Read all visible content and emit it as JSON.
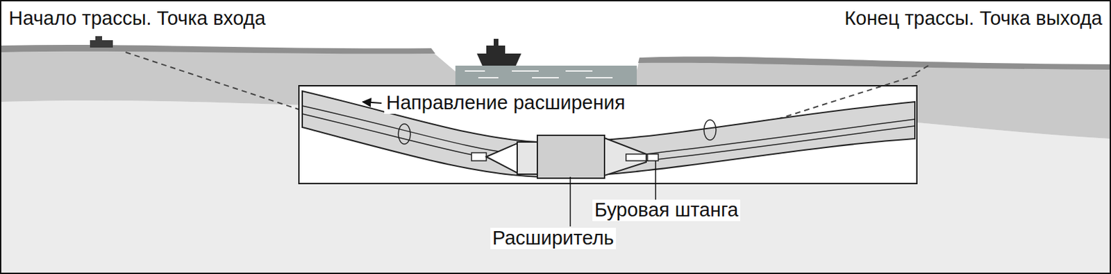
{
  "diagram": {
    "labels": [
      "Начало трассы. Точка входа",
      "Конец трассы. Точка выхода",
      "Направление расширения",
      "Буровая штанга",
      "Расширитель"
    ]
  }
}
